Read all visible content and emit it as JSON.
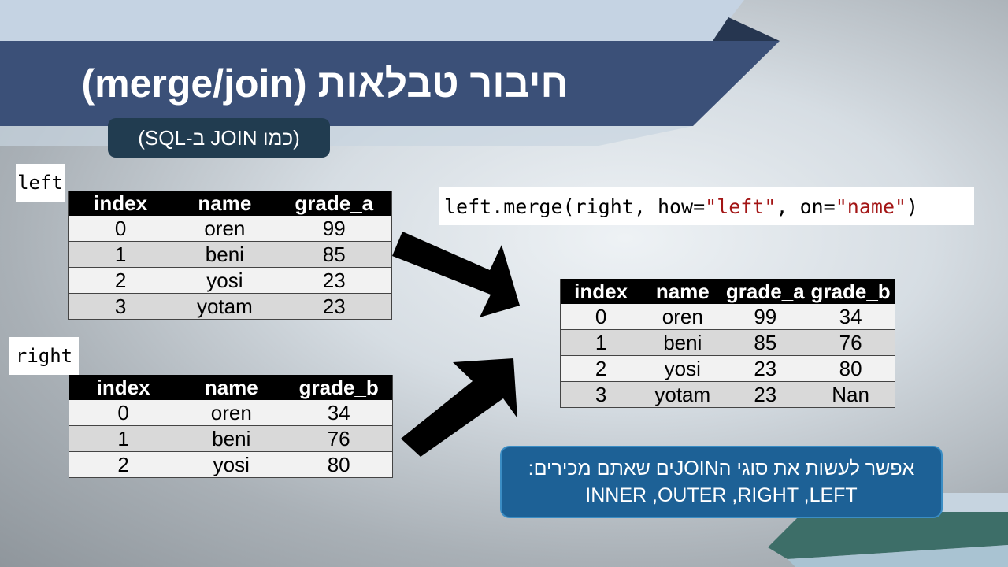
{
  "slide": {
    "title": "חיבור טבלאות (merge/join)",
    "subtitle": "(כמו JOIN ב-SQL)"
  },
  "left_label": "left",
  "right_label": "right",
  "left_table": {
    "headers": [
      "index",
      "name",
      "grade_a"
    ],
    "rows": [
      [
        "0",
        "oren",
        "99"
      ],
      [
        "1",
        "beni",
        "85"
      ],
      [
        "2",
        "yosi",
        "23"
      ],
      [
        "3",
        "yotam",
        "23"
      ]
    ]
  },
  "right_table": {
    "headers": [
      "index",
      "name",
      "grade_b"
    ],
    "rows": [
      [
        "0",
        "oren",
        "34"
      ],
      [
        "1",
        "beni",
        "76"
      ],
      [
        "2",
        "yosi",
        "80"
      ]
    ]
  },
  "code": {
    "p1": "left.merge(right, ",
    "k1": "how=",
    "s1": "\"left\"",
    "p2": ", ",
    "k2": "on=",
    "s2": "\"name\"",
    "p3": ")"
  },
  "result_table": {
    "headers": [
      "index",
      "name",
      "grade_a",
      "grade_b"
    ],
    "rows": [
      [
        "0",
        "oren",
        "99",
        "34"
      ],
      [
        "1",
        "beni",
        "85",
        "76"
      ],
      [
        "2",
        "yosi",
        "23",
        "80"
      ],
      [
        "3",
        "yotam",
        "23",
        "Nan"
      ]
    ]
  },
  "note": {
    "line1": "אפשר לעשות את סוגי הJOINים שאתם מכירים:",
    "line2": "INNER ,OUTER ,RIGHT ,LEFT"
  },
  "colors": {
    "title_bar": "#3b5078",
    "subtitle_bg": "#213c50",
    "note_bg": "#1d6196",
    "table_header": "#000000",
    "code_string": "#a31515"
  }
}
